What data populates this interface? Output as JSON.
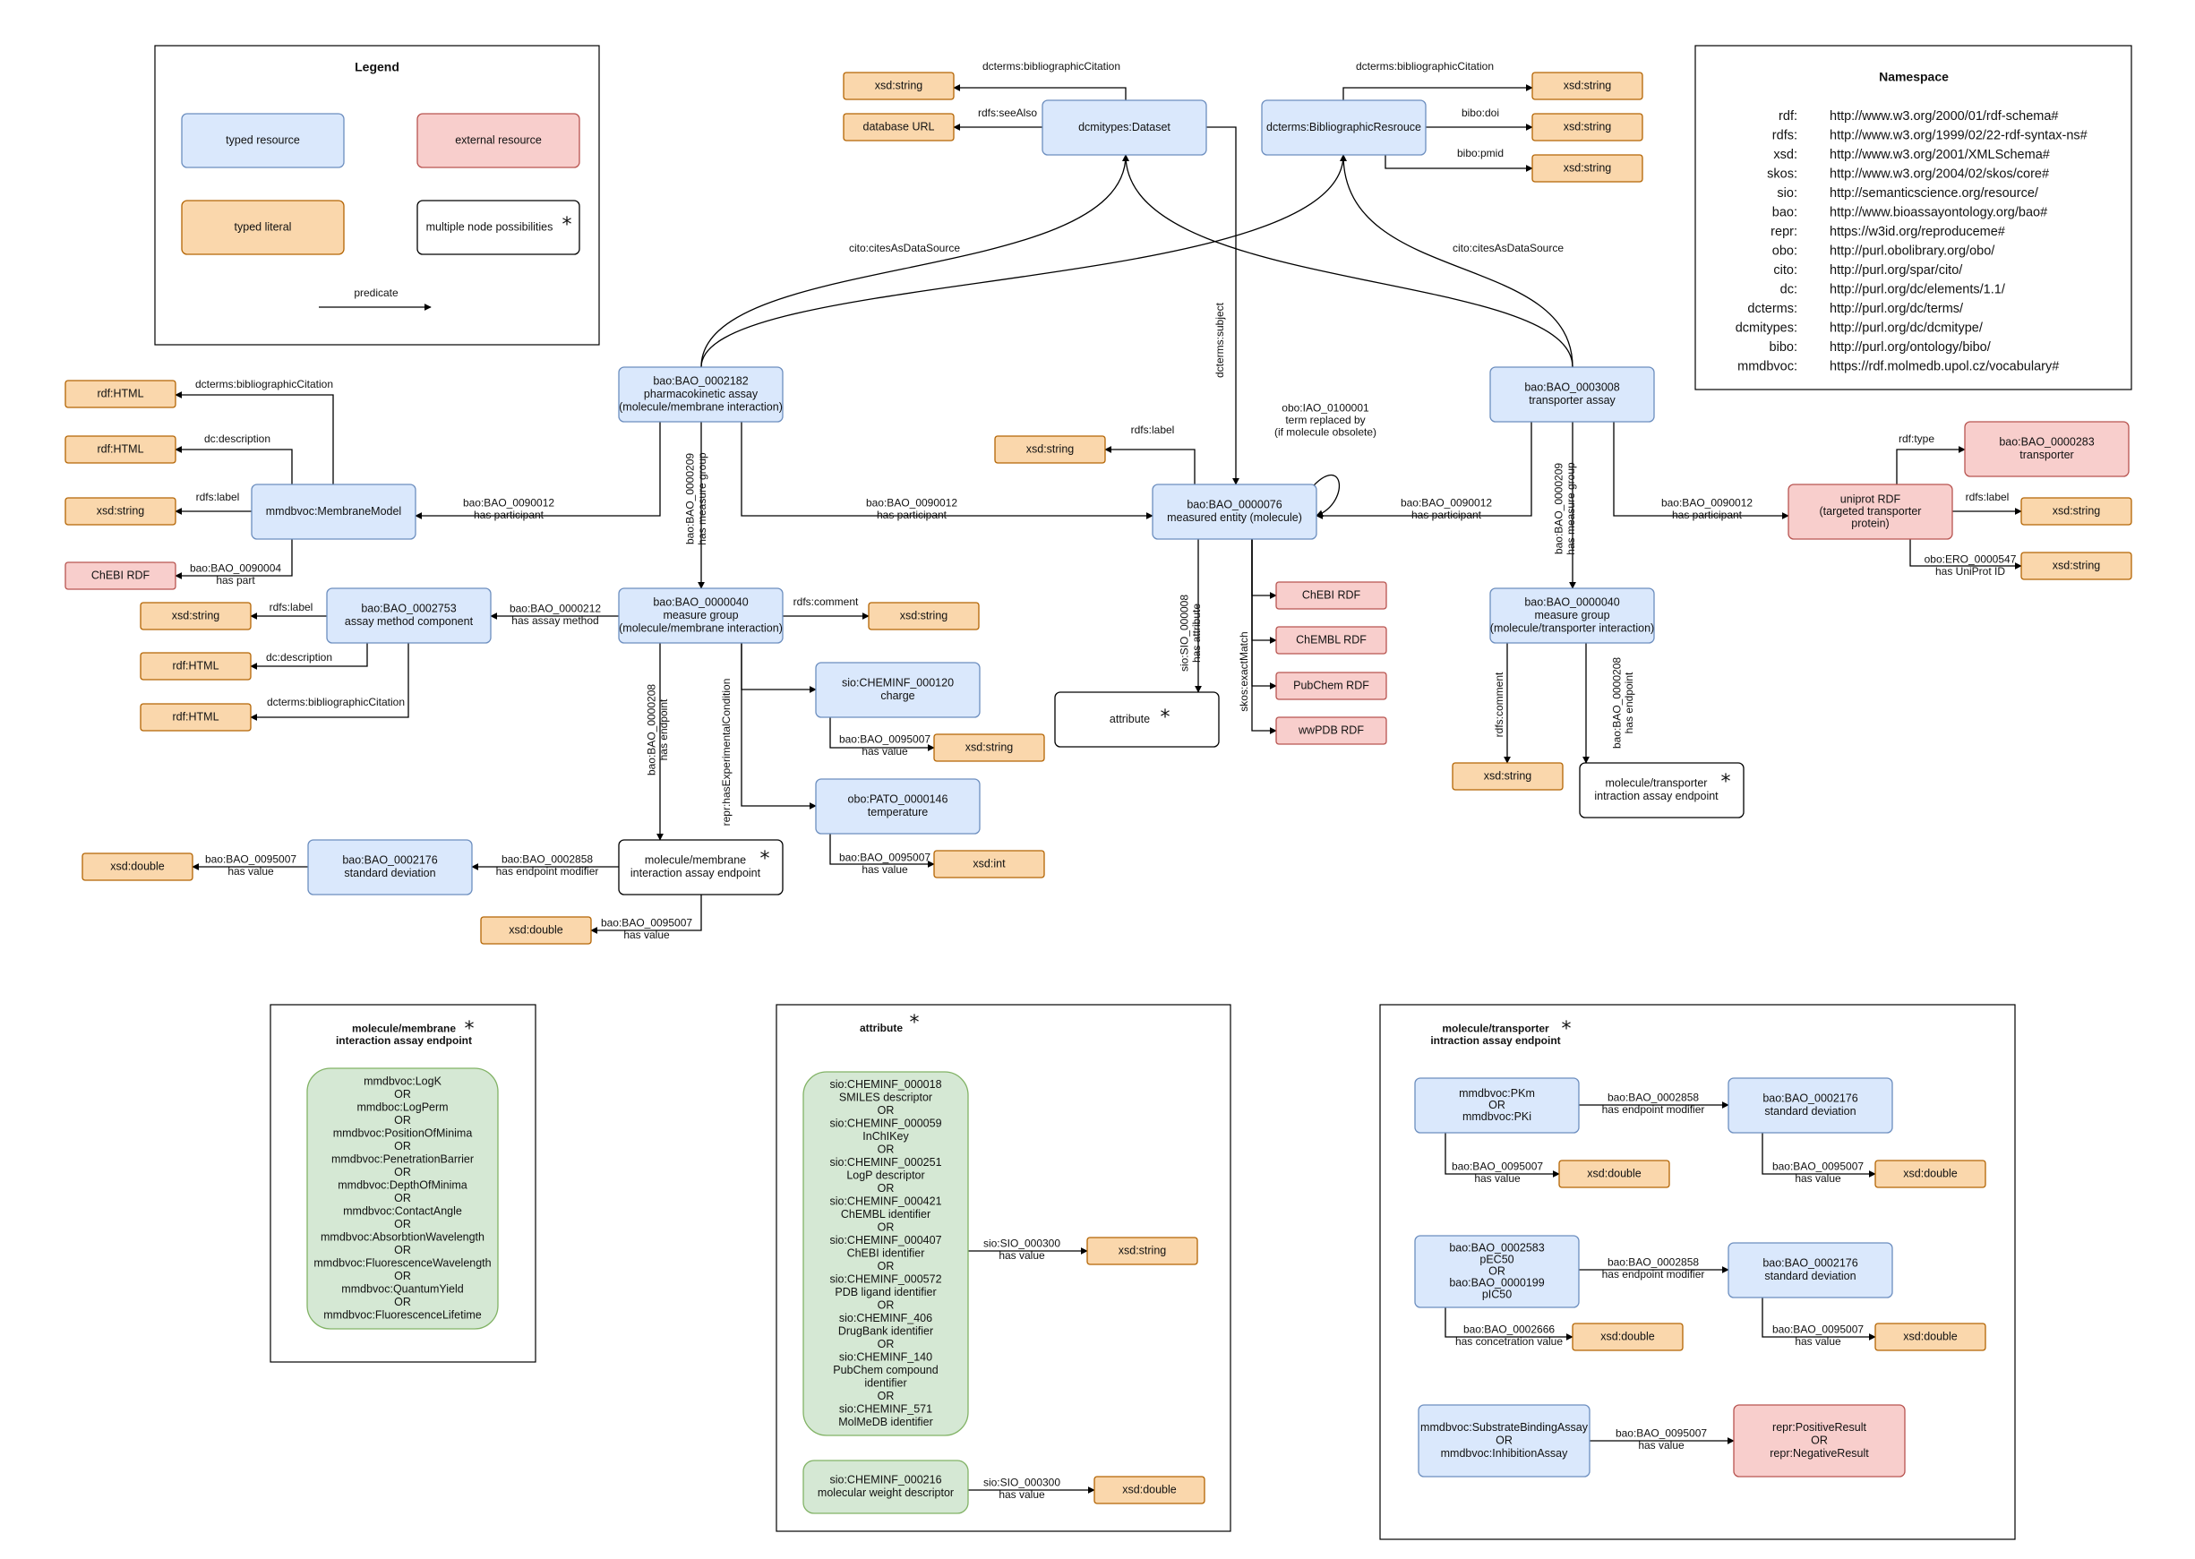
{
  "colors": {
    "typed_resource_fill": "#dae8fc",
    "typed_resource_stroke": "#6c8ebf",
    "external_fill": "#f8cecc",
    "external_stroke": "#b85450",
    "literal_fill": "#fad7ac",
    "literal_stroke": "#b46504",
    "group_fill": "#d5e8d4",
    "group_stroke": "#82b366",
    "multi_fill": "#ffffff",
    "multi_stroke": "#000000"
  },
  "legend": {
    "title": "Legend",
    "typed_resource": "typed resource",
    "external_resource": "external resource",
    "typed_literal": "typed literal",
    "multiple": "multiple node possibilities",
    "predicate": "predicate"
  },
  "namespace": {
    "title": "Namespace",
    "entries": [
      {
        "prefix": "rdf:",
        "uri": "http://www.w3.org/2000/01/rdf-schema#"
      },
      {
        "prefix": "rdfs:",
        "uri": "http://www.w3.org/1999/02/22-rdf-syntax-ns#"
      },
      {
        "prefix": "xsd:",
        "uri": "http://www.w3.org/2001/XMLSchema#"
      },
      {
        "prefix": "skos:",
        "uri": "http://www.w3.org/2004/02/skos/core#"
      },
      {
        "prefix": "sio:",
        "uri": "http://semanticscience.org/resource/"
      },
      {
        "prefix": "bao:",
        "uri": "http://www.bioassayontology.org/bao#"
      },
      {
        "prefix": "repr:",
        "uri": "https://w3id.org/reproduceme#"
      },
      {
        "prefix": "obo:",
        "uri": "http://purl.obolibrary.org/obo/"
      },
      {
        "prefix": "cito:",
        "uri": "http://purl.org/spar/cito/"
      },
      {
        "prefix": "dc:",
        "uri": "http://purl.org/dc/elements/1.1/"
      },
      {
        "prefix": "dcterms:",
        "uri": "http://purl.org/dc/terms/"
      },
      {
        "prefix": "dcmitypes:",
        "uri": "http://purl.org/dc/dcmitype/"
      },
      {
        "prefix": "bibo:",
        "uri": "http://purl.org/ontology/bibo/"
      },
      {
        "prefix": "mmdbvoc:",
        "uri": "https://rdf.molmedb.upol.cz/vocabulary#"
      }
    ]
  },
  "nodes": {
    "dataset": "dcmitypes:Dataset",
    "biblio": "dcterms:BibliographicResrouce",
    "ds_str": "xsd:string",
    "ds_url": "database URL",
    "bib_cit_str": "xsd:string",
    "bib_doi_str": "xsd:string",
    "bib_pmid_str": "xsd:string",
    "pk_assay": [
      "bao:BAO_0002182",
      "pharmacokinetic assay",
      "(molecule/membrane interaction)"
    ],
    "tr_assay": [
      "bao:BAO_0003008",
      "transporter assay"
    ],
    "membrane_model": "mmdbvoc:MembraneModel",
    "mm_html1": "rdf:HTML",
    "mm_html2": "rdf:HTML",
    "mm_str": "xsd:string",
    "mm_chebi": "ChEBI RDF",
    "amc": [
      "bao:BAO_0002753",
      "assay method component"
    ],
    "amc_str": "xsd:string",
    "amc_html1": "rdf:HTML",
    "amc_html2": "rdf:HTML",
    "mg1": [
      "bao:BAO_0000040",
      "measure group",
      "(molecule/membrane interaction)"
    ],
    "mg1_str": "xsd:string",
    "charge": [
      "sio:CHEMINF_000120",
      "charge"
    ],
    "charge_str": "xsd:string",
    "temp": [
      "obo:PATO_0000146",
      "temperature"
    ],
    "temp_int": "xsd:int",
    "me": [
      "bao:BAO_0000076",
      "measured entity (molecule)"
    ],
    "me_str": "xsd:string",
    "attr": "attribute",
    "ext_chebi": "ChEBI RDF",
    "ext_chembl": "ChEMBL RDF",
    "ext_pubchem": "PubChem RDF",
    "ext_wwpdb": "wwPDB RDF",
    "uniprot": [
      "uniprot RDF",
      "(targeted transporter",
      "protein)"
    ],
    "transporter": [
      "bao:BAO_0000283",
      "transporter"
    ],
    "up_str1": "xsd:string",
    "up_str2": "xsd:string",
    "mg2": [
      "bao:BAO_0000040",
      "measure group",
      "(molecule/transporter interaction)"
    ],
    "mg2_str": "xsd:string",
    "mt_ep": [
      "molecule/transporter",
      "intraction assay endpoint"
    ],
    "mm_ep": [
      "molecule/membrane",
      "interaction assay endpoint"
    ],
    "sd1": [
      "bao:BAO_0002176",
      "standard deviation"
    ],
    "sd1_dbl": "xsd:double",
    "ep_dbl": "xsd:double"
  },
  "edges": {
    "ds_cit": "dcterms:bibliographicCitation",
    "ds_see": "rdfs:seeAlso",
    "bib_cit": "dcterms:bibliographicCitation",
    "bib_doi": "bibo:doi",
    "bib_pmid": "bibo:pmid",
    "cito_l": "cito:citesAsDataSource",
    "cito_r": "cito:citesAsDataSource",
    "subject": "dcterms:subject",
    "replaced": [
      "obo:IAO_0100001",
      "term replaced by",
      "(if molecule obsolete)"
    ],
    "me_label": "rdfs:label",
    "hp_pk_mm": [
      "bao:BAO_0090012",
      "has participant"
    ],
    "hp_pk_me": [
      "bao:BAO_0090012",
      "has participant"
    ],
    "hp_tr_me": [
      "bao:BAO_0090012",
      "has participant"
    ],
    "hp_tr_up": [
      "bao:BAO_0090012",
      "has participant"
    ],
    "mm_cit": "dcterms:bibliographicCitation",
    "mm_desc": "dc:description",
    "mm_label": "rdfs:label",
    "mm_part": [
      "bao:BAO_0090004",
      "has part"
    ],
    "hmg_pk": [
      "bao:BAO_0000209",
      "has measure group"
    ],
    "hmg_tr": [
      "bao:BAO_0000209",
      "has measure group"
    ],
    "ham": [
      "bao:BAO_0000212",
      "has assay method"
    ],
    "amc_label": "rdfs:label",
    "amc_desc": "dc:description",
    "amc_cit": "dcterms:bibliographicCitation",
    "mg1_comment": "rdfs:comment",
    "exp_cond": "repr:hasExperimentalCondition",
    "charge_val": [
      "bao:BAO_0095007",
      "has value"
    ],
    "temp_val": [
      "bao:BAO_0095007",
      "has value"
    ],
    "hep1": [
      "bao:BAO_0000208",
      "has endpoint"
    ],
    "hep2": [
      "bao:BAO_0000208",
      "has endpoint"
    ],
    "hem1": [
      "bao:BAO_0002858",
      "has endpoint modifier"
    ],
    "sd1_val": [
      "bao:BAO_0095007",
      "has value"
    ],
    "ep_val": [
      "bao:BAO_0095007",
      "has value"
    ],
    "has_attr": [
      "sio:SIO_000008",
      "has attribute"
    ],
    "exact": "skos:exactMatch",
    "up_type": "rdf:type",
    "up_label": "rdfs:label",
    "up_id": [
      "obo:ERO_0000547",
      "has UniProt ID"
    ],
    "mg2_comment": "rdfs:comment"
  },
  "panel_membrane": {
    "title": [
      "molecule/membrane",
      "interaction assay endpoint"
    ],
    "items": [
      "mmdbvoc:LogK",
      "OR",
      "mmdboc:LogPerm",
      "OR",
      "mmdbvoc:PositionOfMinima",
      "OR",
      "mmdbvoc:PenetrationBarrier",
      "OR",
      "mmdbvoc:DepthOfMinima",
      "OR",
      "mmdbvoc:ContactAngle",
      "OR",
      "mmdbvoc:AbsorbtionWavelength",
      "OR",
      "mmdbvoc:FluorescenceWavelength",
      "OR",
      "mmdbvoc:QuantumYield",
      "OR",
      "mmdbvoc:FluorescenceLifetime"
    ]
  },
  "panel_attribute": {
    "title": "attribute",
    "items": [
      "sio:CHEMINF_000018",
      "SMILES descriptor",
      "OR",
      "sio:CHEMINF_000059",
      "InChIKey",
      "OR",
      "sio:CHEMINF_000251",
      "LogP descriptor",
      "OR",
      "sio:CHEMINF_000421",
      "ChEMBL identifier",
      "OR",
      "sio:CHEMINF_000407",
      "ChEBI identifier",
      "OR",
      "sio:CHEMINF_000572",
      "PDB ligand identifier",
      "OR",
      "sio:CHEMINF_406",
      "DrugBank identifier",
      "OR",
      "sio:CHEMINF_140",
      "PubChem compound",
      "identifier",
      "OR",
      "sio:CHEMINF_571",
      "MolMeDB identifier"
    ],
    "edge": [
      "sio:SIO_000300",
      "has value"
    ],
    "literal": "xsd:string",
    "mw": [
      "sio:CHEMINF_000216",
      "molecular weight descriptor"
    ],
    "mw_edge": [
      "sio:SIO_000300",
      "has value"
    ],
    "mw_literal": "xsd:double"
  },
  "panel_transporter": {
    "title": [
      "molecule/transporter",
      "intraction assay endpoint"
    ],
    "pkm": [
      "mmdbvoc:PKm",
      "OR",
      "mmdbvoc:PKi"
    ],
    "pkm_mod": [
      "bao:BAO_0002858",
      "has endpoint modifier"
    ],
    "sd_a": [
      "bao:BAO_0002176",
      "standard deviation"
    ],
    "pkm_val": [
      "bao:BAO_0095007",
      "has value"
    ],
    "pkm_dbl": "xsd:double",
    "sda_val": [
      "bao:BAO_0095007",
      "has value"
    ],
    "sda_dbl": "xsd:double",
    "pec": [
      "bao:BAO_0002583",
      "pEC50",
      "OR",
      "bao:BAO_0000199",
      "pIC50"
    ],
    "pec_mod": [
      "bao:BAO_0002858",
      "has endpoint modifier"
    ],
    "sd_b": [
      "bao:BAO_0002176",
      "standard deviation"
    ],
    "pec_conc": [
      "bao:BAO_0002666",
      "has concetration value"
    ],
    "pec_dbl": "xsd:double",
    "sdb_val": [
      "bao:BAO_0095007",
      "has value"
    ],
    "sdb_dbl": "xsd:double",
    "sba": [
      "mmdbvoc:SubstrateBindingAssay",
      "OR",
      "mmdbvoc:InhibitionAssay"
    ],
    "sba_val": [
      "bao:BAO_0095007",
      "has value"
    ],
    "result": [
      "repr:PositiveResult",
      "OR",
      "repr:NegativeResult"
    ]
  }
}
